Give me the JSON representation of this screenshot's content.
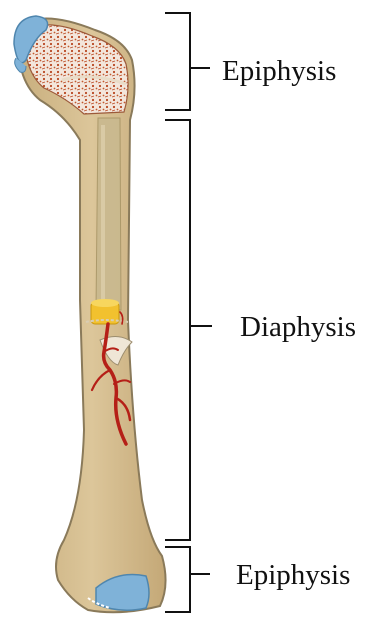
{
  "labels": {
    "proximal_epiphysis": "Epiphysis",
    "diaphysis": "Diaphysis",
    "distal_epiphysis": "Epiphysis"
  },
  "colors": {
    "bone": "#d4bc8e",
    "bone_edge": "#8a7a5a",
    "medullary_cavity": "#c9b98f",
    "cartilage": "#7fb2d8",
    "spongy_bone": "#f3e6dc",
    "spongy_dots": "#b8461f",
    "artery": "#b51f17",
    "yellow_marrow": "#f2c12e",
    "bracket": "#111111"
  }
}
